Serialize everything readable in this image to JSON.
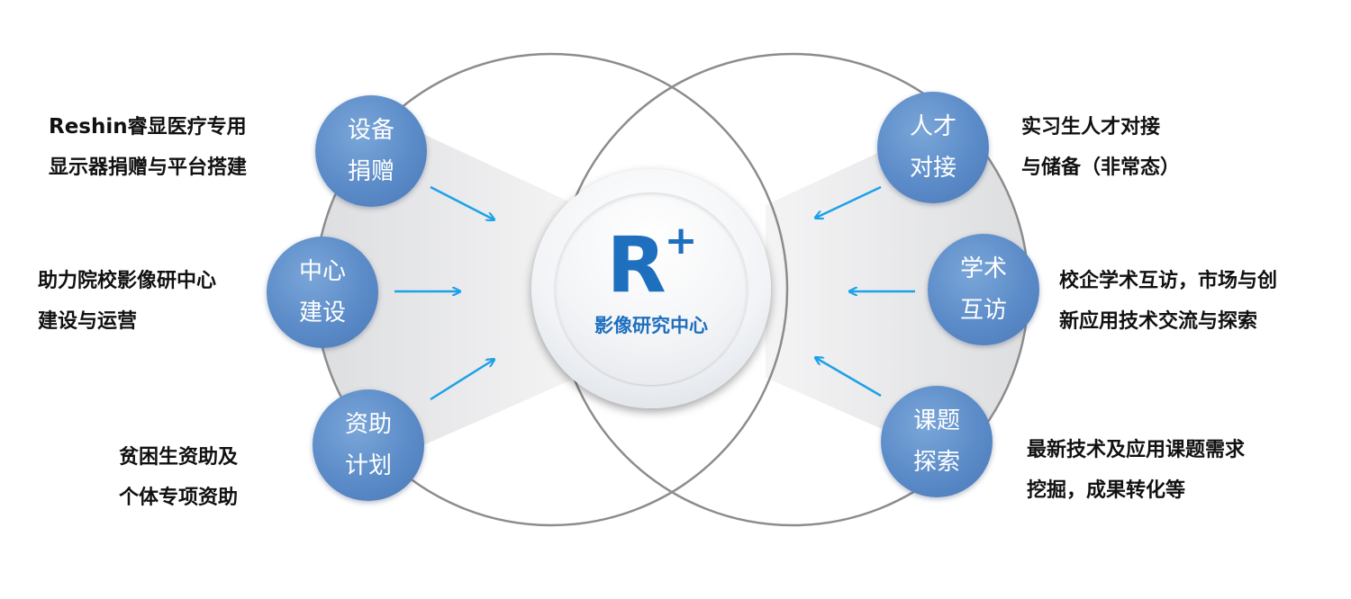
{
  "center": {
    "logo_letter": "R",
    "logo_plus": "+",
    "label": "影像研究中心"
  },
  "left_nodes": [
    {
      "line1": "设备",
      "line2": "捐赠"
    },
    {
      "line1": "中心",
      "line2": "建设"
    },
    {
      "line1": "资助",
      "line2": "计划"
    }
  ],
  "right_nodes": [
    {
      "line1": "人才",
      "line2": "对接"
    },
    {
      "line1": "学术",
      "line2": "互访"
    },
    {
      "line1": "课题",
      "line2": "探索"
    }
  ],
  "left_descriptions": [
    {
      "brand": "Reshin",
      "line1_rest": "睿显医疗专用",
      "line2": "显示器捐赠与平台搭建"
    },
    {
      "line1": "助力院校影像研中心",
      "line2": "建设与运营"
    },
    {
      "line1": "贫困生资助及",
      "line2": "个体专项资助"
    }
  ],
  "right_descriptions": [
    {
      "line1": "实习生人才对接",
      "line2": "与储备（非常态）"
    },
    {
      "line1": "校企学术互访，市场与创",
      "line2": "新应用技术交流与探索"
    },
    {
      "line1": "最新技术及应用课题需求",
      "line2": "挖掘，成果转化等"
    }
  ],
  "colors": {
    "node_blue": "#5b8bc8",
    "arrow_blue": "#1da1e8",
    "logo_blue": "#1f6fbf",
    "ring_gray": "#8c8c8c"
  }
}
